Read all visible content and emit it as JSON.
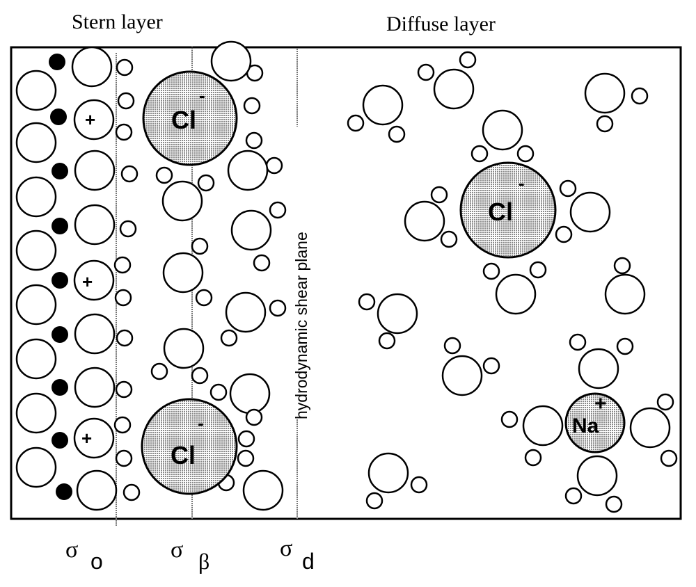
{
  "titles": {
    "stern": "Stern layer",
    "diffuse": "Diffuse layer"
  },
  "shear_plane_label": "hydrodynamic shear plane",
  "planes": [
    {
      "symbol": "σ",
      "subscript": "o"
    },
    {
      "symbol": "σ",
      "subscript": "β"
    },
    {
      "symbol": "σ",
      "subscript": "d"
    }
  ],
  "ions": [
    {
      "name": "chloride-ion-upper",
      "label": "Cl",
      "charge": "-"
    },
    {
      "name": "chloride-ion-lower",
      "label": "Cl",
      "charge": "-"
    },
    {
      "name": "chloride-ion-diffuse",
      "label": "Cl",
      "charge": "-"
    },
    {
      "name": "sodium-ion",
      "label": "Na",
      "charge": "+"
    }
  ],
  "surface_charge_symbol": "+",
  "colors": {
    "ion_fill": "#c8c8c8",
    "stroke": "#000000",
    "dotted_line": "#777777"
  }
}
